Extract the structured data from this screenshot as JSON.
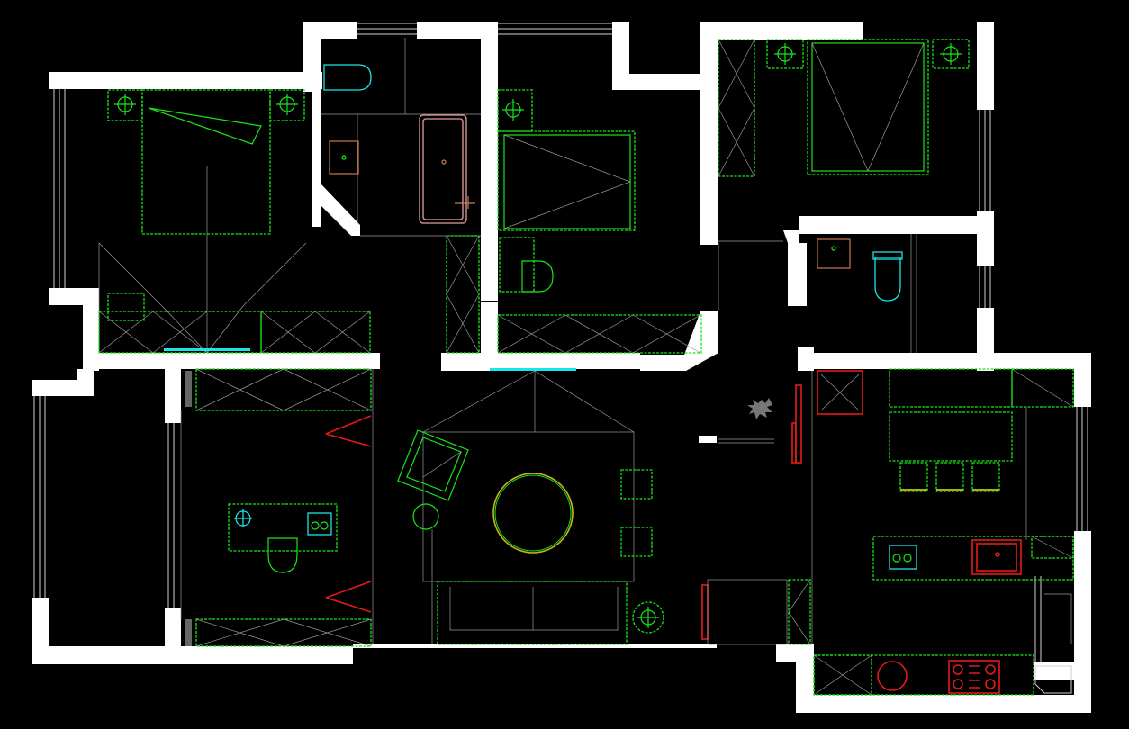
{
  "drawing": {
    "background": "#000000",
    "colors": {
      "wall": "#ffffff",
      "furniture": "#19e619",
      "kitchen_fixture": "#e61919",
      "plumbing": "#19e6e6",
      "stool": "#e6e619",
      "line": "#9a9a9a"
    },
    "rooms": [
      {
        "id": "master-bedroom",
        "icon": "double-bed-icon"
      },
      {
        "id": "master-bathroom",
        "icon": "toilet-icon"
      },
      {
        "id": "bedroom-2",
        "icon": "double-bed-icon"
      },
      {
        "id": "bedroom-3",
        "icon": "double-bed-icon"
      },
      {
        "id": "guest-bathroom",
        "icon": "toilet-icon"
      },
      {
        "id": "study",
        "icon": "desk-icon"
      },
      {
        "id": "living-room",
        "icon": "sofa-icon"
      },
      {
        "id": "dining-kitchen",
        "icon": "stove-icon"
      }
    ]
  }
}
